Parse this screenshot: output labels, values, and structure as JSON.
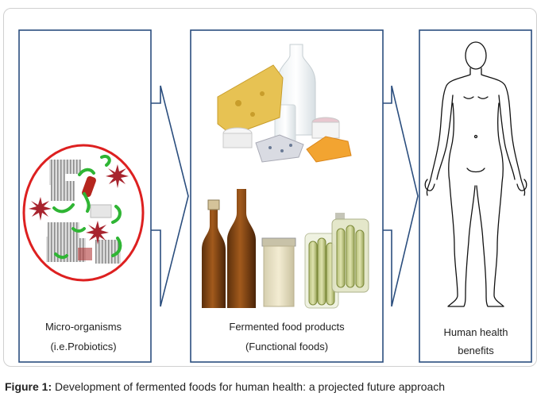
{
  "panels": [
    {
      "label_line1": "Micro-organisms",
      "label_line2": "(i.e.Probiotics)"
    },
    {
      "label_line1": "Fermented food products",
      "label_line2": "(Functional foods)"
    },
    {
      "label_line1": "Human health",
      "label_line2": "benefits"
    }
  ],
  "caption": {
    "label": "Figure 1:",
    "text": " Development of fermented foods for human health: a projected future approach"
  },
  "colors": {
    "box_border": "#2b4e7e",
    "cell_circle": "#dd2020",
    "bacteria": "#2fb534",
    "star": "#a8242e"
  }
}
